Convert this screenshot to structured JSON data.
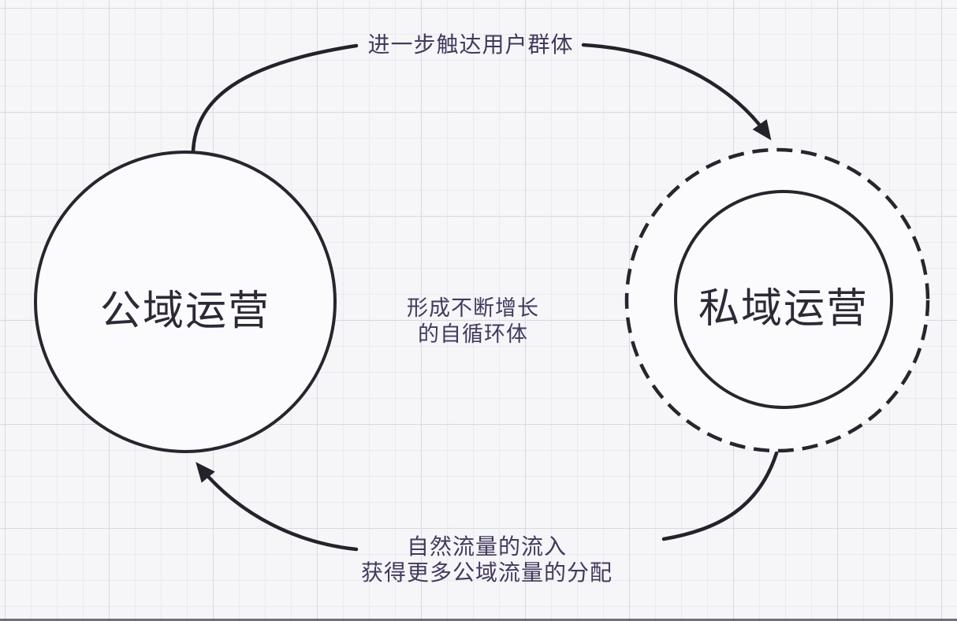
{
  "diagram": {
    "title_implicit": "公域-私域运营自循环示意图",
    "left_node": {
      "label": "公域运营"
    },
    "right_node": {
      "label": "私域运营"
    },
    "top_arrow": {
      "label": "进一步触达用户群体",
      "direction": "left-to-right"
    },
    "center_note": {
      "line1": "形成不断增长",
      "line2": "的自循环体"
    },
    "bottom_arrow": {
      "label_line1": "自然流量的流入",
      "label_line2": "获得更多公域流量的分配",
      "direction": "right-to-left"
    },
    "colors": {
      "background": "#f6f6f9",
      "grid_minor": "#e9e9f1",
      "grid_major": "#d8d8e3",
      "stroke": "#26222c",
      "label_text": "#43395c",
      "node_text": "#2e2936",
      "node_fill": "#fbfbfd"
    }
  }
}
